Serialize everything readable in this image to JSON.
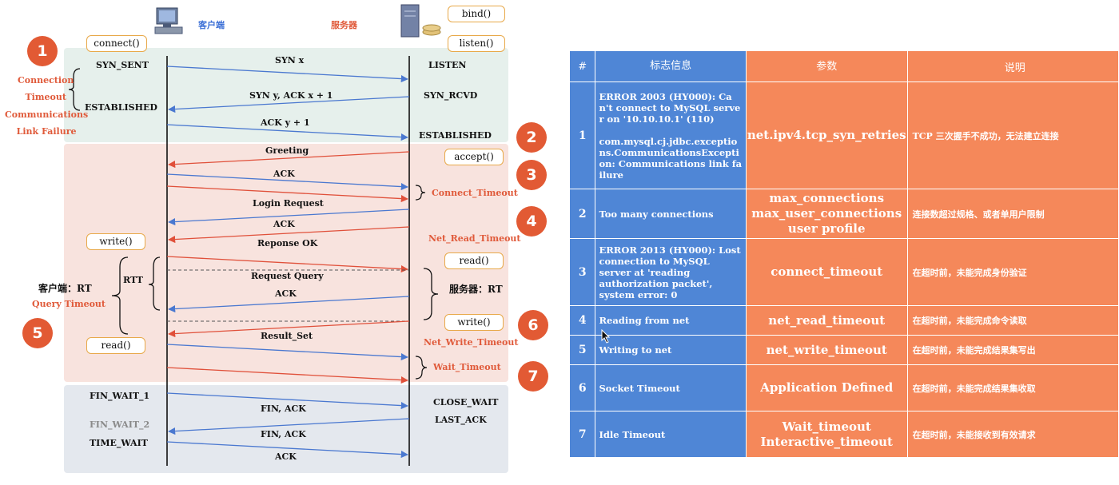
{
  "diagram": {
    "client_title": "客户端",
    "server_title": "服务器",
    "boxes": {
      "connect": "connect()",
      "bind": "bind()",
      "listen": "listen()",
      "accept": "accept()",
      "client_write": "write()",
      "client_read": "read()",
      "server_read": "read()",
      "server_write": "write()"
    },
    "states": {
      "syn_sent": "SYN_SENT",
      "established_client": "ESTABLISHED",
      "listen": "LISTEN",
      "syn_rcvd": "SYN_RCVD",
      "established_server": "ESTABLISHED",
      "fin_wait_1": "FIN_WAIT_1",
      "fin_wait_2": "FIN_WAIT_2",
      "time_wait": "TIME_WAIT",
      "close_wait": "CLOSE_WAIT",
      "last_ack": "LAST_ACK"
    },
    "messages": {
      "syn": "SYN x",
      "synack": "SYN y, ACK x + 1",
      "ack1": "ACK y + 1",
      "greeting": "Greeting",
      "ack2": "ACK",
      "login": "Login Request",
      "ack3": "ACK",
      "response_ok": "Reponse OK",
      "request_query": "Request Query",
      "ack4": "ACK",
      "result_set": "Result_Set",
      "fin_ack1": "FIN, ACK",
      "fin_ack2": "FIN, ACK",
      "ack_final": "ACK"
    },
    "annotations": {
      "connection_timeout": "Connection\nTimeout",
      "comm_link_failure": "Communications\nLink Failure",
      "connect_timeout": "Connect_Timeout",
      "net_read_timeout": "Net_Read_Timeout",
      "net_write_timeout": "Net_Write_Timeout",
      "wait_timeout": "Wait_Timeout",
      "rtt": "RTT",
      "client_rt": "客户端：RT",
      "query_timeout": "Query Timeout",
      "server_rt": "服务器：RT"
    },
    "numbers": [
      "1",
      "2",
      "3",
      "4",
      "5",
      "6",
      "7"
    ]
  },
  "table": {
    "headers": [
      "#",
      "标志信息",
      "参数",
      "说明"
    ],
    "rows": [
      {
        "idx": "1",
        "flag": "ERROR 2003 (HY000): Can't connect to MySQL server on '10.10.10.1' (110)\n\ncom.mysql.cj.jdbc.exceptions.CommunicationsException: Communications link failure",
        "param": "net.ipv4.tcp_syn_retries",
        "desc": "TCP 三次握手不成功，无法建立连接"
      },
      {
        "idx": "2",
        "flag": "Too many connections",
        "param": "max_connections\nmax_user_connections\nuser profile",
        "desc": "连接数超过规格、或者单用户限制"
      },
      {
        "idx": "3",
        "flag": "ERROR 2013 (HY000): Lost connection to MySQL server at 'reading authorization packet', system error: 0",
        "param": "connect_timeout",
        "desc": "在超时前，未能完成身份验证"
      },
      {
        "idx": "4",
        "flag": "Reading from net",
        "param": "net_read_timeout",
        "desc": "在超时前，未能完成命令读取"
      },
      {
        "idx": "5",
        "flag": "Writing to net",
        "param": "net_write_timeout",
        "desc": "在超时前，未能完成结果集写出"
      },
      {
        "idx": "6",
        "flag": "Socket Timeout",
        "param": "Application Defined",
        "desc": "在超时前，未能完成结果集收取"
      },
      {
        "idx": "7",
        "flag": "Idle Timeout",
        "param": "Wait_timeout\nInteractive_timeout",
        "desc": "在超时前，未能接收到有效请求"
      }
    ]
  },
  "colors": {
    "table_blue": "#4f86d6",
    "table_orange": "#f5885a",
    "arrow_blue": "#4a78d0",
    "arrow_red": "#e0503a",
    "zone_green": "#e6f0ec",
    "zone_pink": "#f8e3de",
    "zone_grey": "#e4e8ee",
    "badge_red": "#e25a34"
  }
}
